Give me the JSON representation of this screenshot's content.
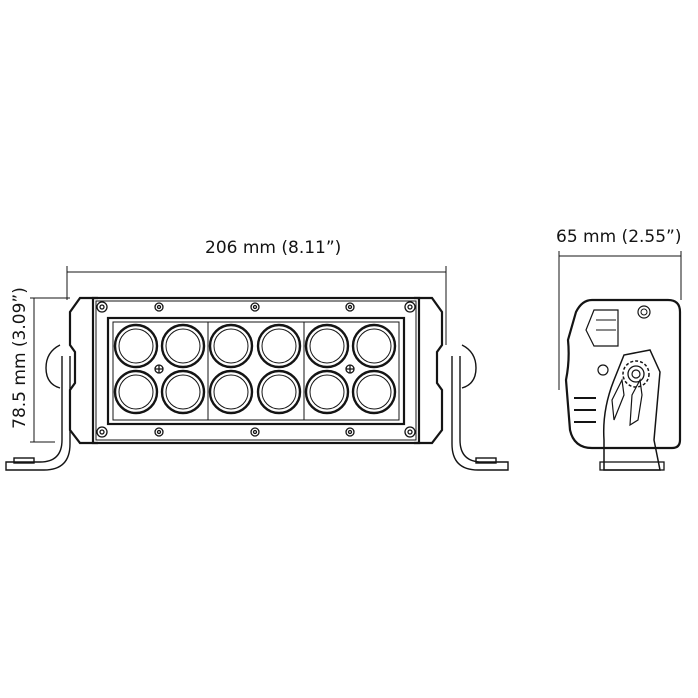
{
  "diagram": {
    "title": "LED light bar dimension drawing",
    "views": [
      {
        "name": "front-view",
        "description": "Dual-row LED light bar with 12 LEDs (2 rows of 6), end caps and L-brackets"
      },
      {
        "name": "side-view",
        "description": "Side profile with mounting bracket and ratchet adjustment knob"
      }
    ],
    "dimensions": {
      "width": "206 mm (8.11”)",
      "height": "78.5 mm (3.09”)",
      "depth": "65 mm (2.55”)"
    },
    "led_layout": {
      "rows": 2,
      "columns": 6,
      "total": 12
    },
    "colors": {
      "line": "#141414",
      "background": "#ffffff"
    }
  }
}
